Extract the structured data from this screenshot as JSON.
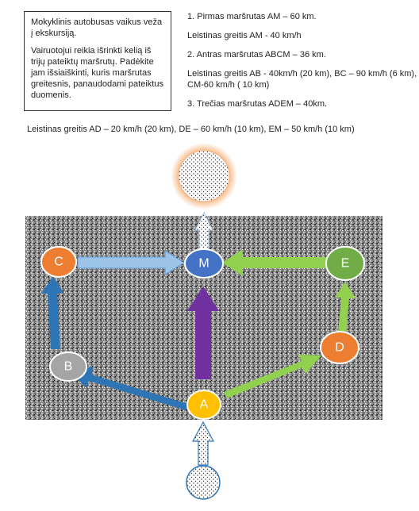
{
  "task": {
    "intro": "Mokyklinis autobusas vaikus veža į ekskursiją.",
    "instruction": "Vairuotojui reikia išrinkti kelią iš trijų pateiktų maršrutų. Padėkite jam išsiaiškinti, kuris maršrutas greitesnis, panaudodami pateiktus duomenis."
  },
  "routes": {
    "route1": "1. Pirmas maršrutas AM – 60 km.",
    "route1_speed": "Leistinas greitis AM - 40 km/h",
    "route2": "2. Antras maršrutas ABCM – 36 km.",
    "route2_speed": "Leistinas greitis AB - 40km/h (20 km), BC – 90 km/h (6 km), CM-60 km/h  ( 10 km)",
    "route3": "3. Trečias maršrutas ADEM – 40km.",
    "route3_speed": "Leistinas greitis AD – 20 km/h (20 km), DE – 60 km/h (10 km), EM – 50 km/h (10 km)"
  },
  "nodes": {
    "M": "M",
    "A": "A",
    "B": "B",
    "C": "C",
    "D": "D",
    "E": "E"
  },
  "colors": {
    "M": "#4472c4",
    "A": "#ffc000",
    "B": "#a5a5a5",
    "C": "#ed7d31",
    "D": "#ed7d31",
    "E": "#70ad47",
    "blue_arrow": "#2e75b6",
    "light_blue_arrow": "#9dc3e6",
    "green_arrow": "#92d050",
    "purple_arrow": "#7030a0"
  }
}
